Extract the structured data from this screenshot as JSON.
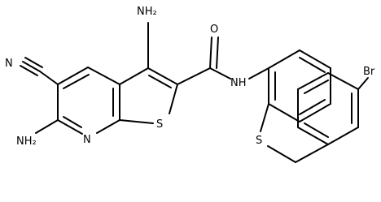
{
  "molecule": {
    "atom_labels": {
      "nh2_top": "NH₂",
      "nh2_left": "NH₂",
      "nitrile_n": "N",
      "pyridine_n": "N",
      "thiophene_s": "S",
      "amide_o": "O",
      "amide_nh": "NH",
      "thioether_s": "S",
      "bromine": "Br"
    }
  }
}
